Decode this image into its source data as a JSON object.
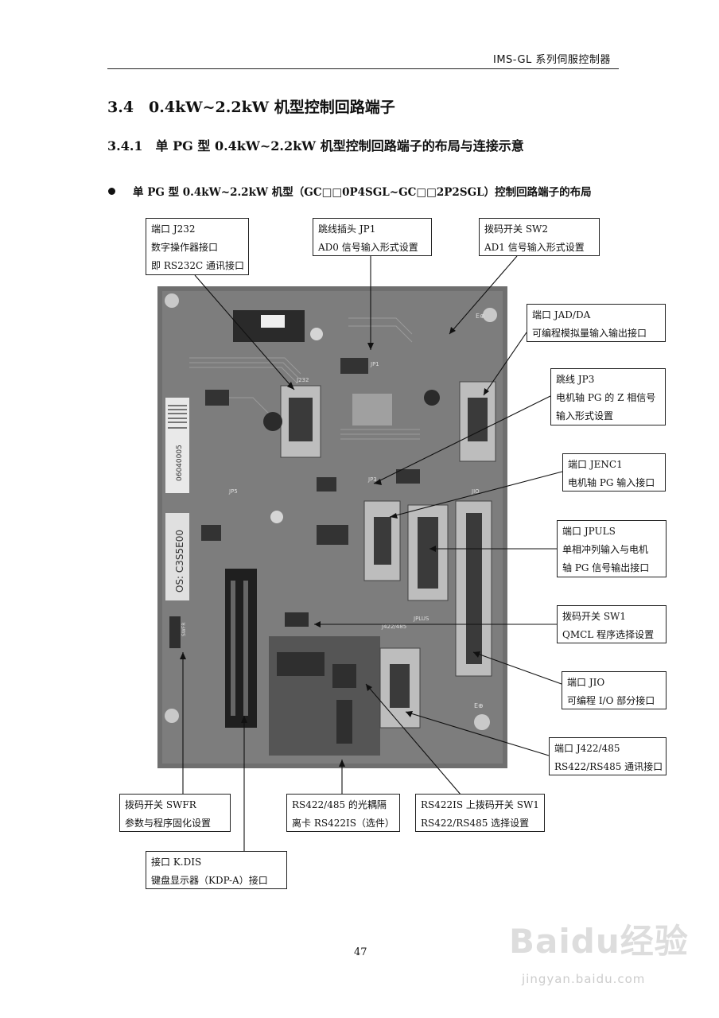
{
  "header": {
    "title": "IMS-GL 系列伺服控制器"
  },
  "section": {
    "h1": "3.4　0.4kW~2.2kW 机型控制回路端子",
    "h2": "3.4.1　单 PG 型 0.4kW~2.2kW 机型控制回路端子的布局与连接示意",
    "bullet": "单 PG 型 0.4kW~2.2kW 机型（GC□□0P4SGL~GC□□2P2SGL）控制回路端子的布局"
  },
  "callouts": {
    "j232": {
      "line1": "端口 J232",
      "line2": "数字操作器接口",
      "line3": "即 RS232C 通讯接口"
    },
    "jp1": {
      "line1": "跳线插头 JP1",
      "line2": "AD0 信号输入形式设置"
    },
    "sw2": {
      "line1": "拨码开关 SW2",
      "line2": "AD1 信号输入形式设置"
    },
    "jadda": {
      "line1": "端口 JAD/DA",
      "line2": "可编程模拟量输入输出接口"
    },
    "jp3": {
      "line1": "跳线 JP3",
      "line2": "电机轴 PG 的 Z 相信号",
      "line3": "输入形式设置"
    },
    "jenc1": {
      "line1": "端口 JENC1",
      "line2": "电机轴 PG 输入接口"
    },
    "jpuls": {
      "line1": "端口 JPULS",
      "line2": "单相冲列输入与电机",
      "line3": "轴 PG 信号输出接口"
    },
    "sw1": {
      "line1": "拨码开关 SW1",
      "line2": "QMCL 程序选择设置"
    },
    "jio": {
      "line1": "端口 JIO",
      "line2": "可编程 I/O 部分接口"
    },
    "j422": {
      "line1": "端口 J422/485",
      "line2": "RS422/RS485 通讯接口"
    },
    "swfr": {
      "line1": "拨码开关 SWFR",
      "line2": "参数与程序固化设置"
    },
    "rs422card": {
      "line1": "RS422/485 的光耦隔",
      "line2": "离卡 RS422IS（选件）"
    },
    "rs422sw": {
      "line1": "RS422IS 上拨码开关 SW1",
      "line2": "RS422/RS485 选择设置"
    },
    "kdis": {
      "line1": "接口 K.DIS",
      "line2": "键盘显示器（KDP-A）接口"
    }
  },
  "board_labels": {
    "j232": "J232",
    "jp1": "JP1",
    "jio": "JIO",
    "jplus": "JPLUS",
    "j422": "J422/485",
    "sticker1": "06040005",
    "sticker2": "OS: C3S5E00",
    "swfr": "SWFR",
    "jp3": "JP3",
    "jp5": "JP5",
    "e1": "E⊕",
    "e2": "E⊕"
  },
  "footer": {
    "page_number": "47"
  },
  "watermark": {
    "logo": "Baidu经验",
    "url": "jingyan.baidu.com"
  }
}
